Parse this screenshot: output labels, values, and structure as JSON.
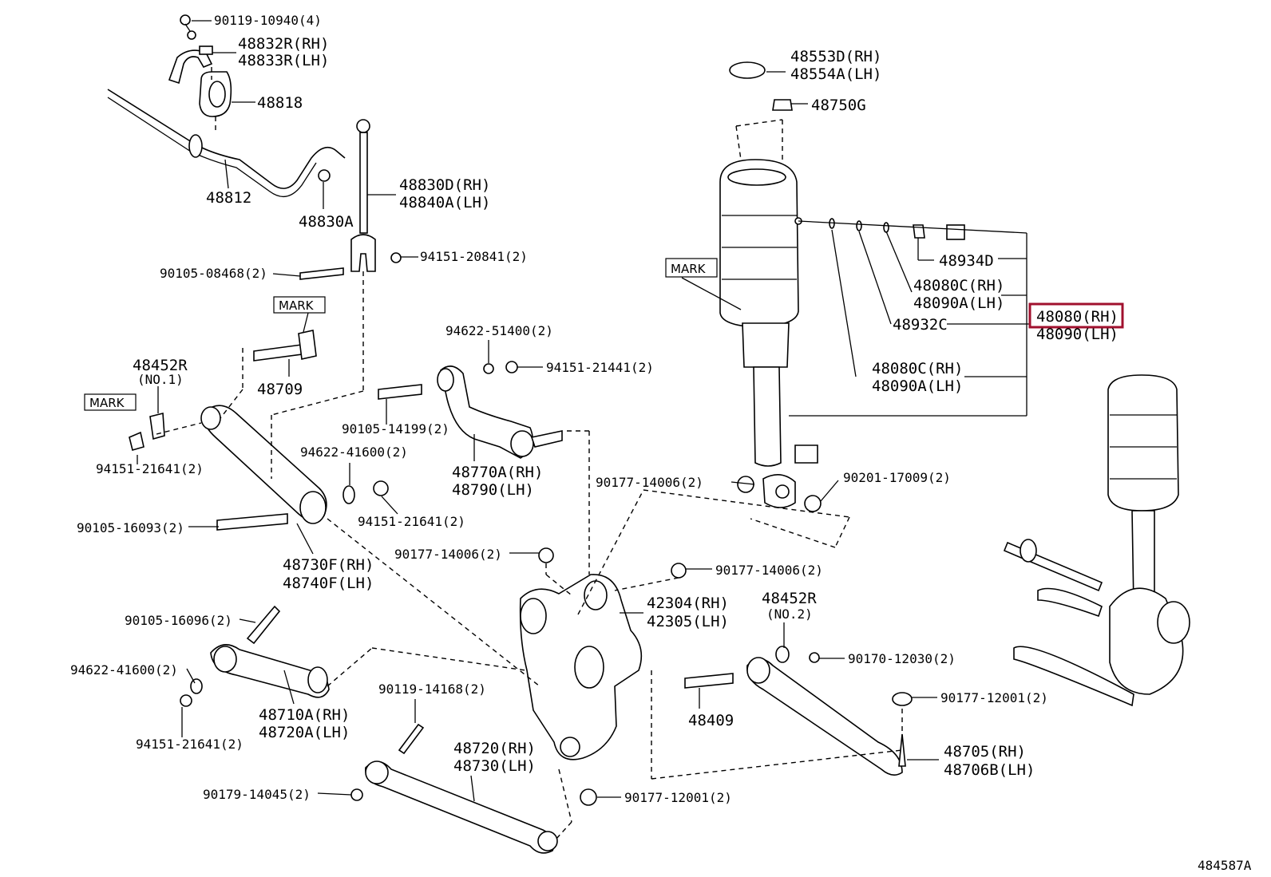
{
  "diagram_id": "484587A",
  "highlight_color": "#a0102e",
  "labels": {
    "p90119_10940": "90119-10940(4)",
    "p48832R": "48832R(RH)",
    "p48833R": "48833R(LH)",
    "p48818": "48818",
    "p48812": "48812",
    "p48830A": "48830A",
    "p48830D": "48830D(RH)",
    "p48840A": "48840A(LH)",
    "p90105_08468": "90105-08468(2)",
    "p94151_20841": "94151-20841(2)",
    "mark1": "MARK",
    "p48709": "48709",
    "p48452R_1": "48452R",
    "no1": "(NO.1)",
    "mark2": "MARK",
    "p94151_21641_a": "94151-21641(2)",
    "p94622_51400": "94622-51400(2)",
    "p94151_21441": "94151-21441(2)",
    "p90105_14199": "90105-14199(2)",
    "p94622_41600_a": "94622-41600(2)",
    "p48770A": "48770A(RH)",
    "p48790": "48790(LH)",
    "p94151_21641_b": "94151-21641(2)",
    "p90105_16093": "90105-16093(2)",
    "p48730F": "48730F(RH)",
    "p48740F": "48740F(LH)",
    "p90177_14006_a": "90177-14006(2)",
    "p90177_14006_b": "90177-14006(2)",
    "p90177_14006_c": "90177-14006(2)",
    "p42304": "42304(RH)",
    "p42305": "42305(LH)",
    "p90105_16096": "90105-16096(2)",
    "p94622_41600_b": "94622-41600(2)",
    "p48710A": "48710A(RH)",
    "p48720A": "48720A(LH)",
    "p94151_21641_c": "94151-21641(2)",
    "p90119_14168": "90119-14168(2)",
    "p48720": "48720(RH)",
    "p48730": "48730(LH)",
    "p90179_14045": "90179-14045(2)",
    "p90177_12001_a": "90177-12001(2)",
    "p48452R_2": "48452R",
    "no2": "(NO.2)",
    "p90170_12030": "90170-12030(2)",
    "p48409": "48409",
    "p90177_12001_b": "90177-12001(2)",
    "p48705": "48705(RH)",
    "p48706B": "48706B(LH)",
    "p48553D": "48553D(RH)",
    "p48554A": "48554A(LH)",
    "p48750G": "48750G",
    "mark3": "MARK",
    "p48934D": "48934D",
    "p48080C_a": "48080C(RH)",
    "p48090A_a": "48090A(LH)",
    "p48932C": "48932C",
    "p48080": "48080(RH)",
    "p48090": "48090(LH)",
    "p48080C_b": "48080C(RH)",
    "p48090A_b": "48090A(LH)",
    "p90201_17009": "90201-17009(2)"
  }
}
